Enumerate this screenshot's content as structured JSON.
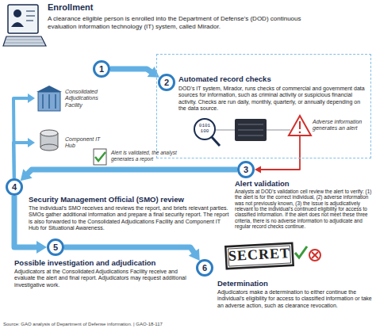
{
  "diagram": {
    "caption": "Source: GAO analysis of Department of Defense information. | GAO-18-117",
    "nodes": [
      {
        "text": [
          "1"
        ]
      },
      {
        "text": [
          "Automated record checks",
          "DOD's IT system, Mirador, runs checks of commercial and government data sources for information, such as criminal activity or suspicious financial activity. Checks are run daily, monthly, quarterly, or annually depending on the data source."
        ]
      },
      {
        "text": [
          "2"
        ],
        "in": 1
      },
      {
        "text": [
          "3"
        ]
      },
      {
        "text": [
          "4"
        ]
      },
      {
        "text": [
          "Consolidated Adjudications Facility"
        ]
      },
      {
        "text": [
          "Component IT Hub"
        ]
      },
      {
        "text": [
          "5"
        ]
      },
      {
        "text": [
          "6"
        ]
      }
    ],
    "edges": [
      {
        "from": 0,
        "to": 2,
        "arrow": "to"
      },
      {
        "from": 1,
        "to": 3,
        "arrow": "to"
      },
      {
        "from": 3,
        "to": 4,
        "arrow": "to",
        "label": "Alert is validated, the analyst generates a report"
      },
      {
        "from": 4,
        "to": 5,
        "arrow": "to"
      },
      {
        "from": 4,
        "to": 6,
        "arrow": "to"
      },
      {
        "from": 4,
        "to": 7,
        "arrow": "to"
      },
      {
        "from": 7,
        "to": 8,
        "arrow": "to"
      }
    ],
    "labels": [
      "Enrollment",
      "A clearance eligible person is enrolled into the Department of Defense's (DOD) continuous evaluation information technology (IT) system, called Mirador.",
      "0101",
      "100",
      "Adverse information generates an alert",
      "Alert validation",
      "Analysts at DOD's validation cell review the alert to verify: (1) the alert is for the correct individual, (2) adverse information was not previously known, (3) the issue is adjudicatively relevant to the individual's continued eligibility for access to classified information. If the alert does not meet these three criteria, there is no adverse information to adjudicate and regular record checks continue.",
      "Security Management Official (SMO) review",
      "The individual's SMO receives and reviews the report, and briefs relevant parties. SMOs gather additional information and prepare a final security report. The report is also forwarded to the Consolidated Adjudications Facility and Component IT Hub for Situational Awareness.",
      "Possible investigation and adjudication",
      "Adjudicators at the Consolidated Adjudications Facility receive and evaluate the alert and final report. Adjudicators may request additional investigative work.",
      "SECRET",
      "Determination",
      "Adjudicators make a determination to either continue the individual's eligibility for access to classified information or take an adverse action, such as clearance revocation."
    ]
  }
}
